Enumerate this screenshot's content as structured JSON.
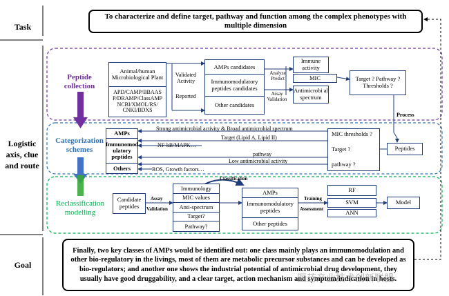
{
  "sections": {
    "task": "Task",
    "logistic": "Logistic axis, clue and route",
    "goal": "Goal"
  },
  "task_text": "To characterize and define target, pathway and function among the complex phenotypes with multiple dimension",
  "phases": {
    "peptide_collection": "Peptide collection",
    "categorization": "Categorization schemes",
    "reclassification": "Reclassification modelling"
  },
  "collection": {
    "sources": "Animal/human Microbiological Plant",
    "databases": "APD/CAMP/BBAAS P/DRAMP/ClassAMP NCBI/XMOL/RS/ CNKI/BDXS",
    "validated_activity": "Validated Activity",
    "reported": "Reported",
    "candidates": [
      "AMPs  candidates",
      "Immunomodulatory peptides candidates",
      "Other candidates"
    ],
    "analyze_predict": "Analyze Predict",
    "assay_validation": "Assay Validation",
    "immune_activity": "Immune activity",
    "mic": "MIC",
    "antimicrobial_spectrum": "Antimicrobi al spectrum",
    "target_question": "Target ? Pathway ? Thresholds ?",
    "process": "Process"
  },
  "categorization": {
    "classes": [
      "AMPs",
      "Immunomod ulatory peptides",
      "Others"
    ],
    "strong_activity": "Strong antimicrobial activity & Broad antimicrobial spectrum",
    "target_lipid": "Target (Lipid A, Lipid II)",
    "nfkb": "NF-kB/MAPK…",
    "pathway": "pathway",
    "low_activity": "Low antimicrobial activity",
    "ros": "ROS, Growth factors…",
    "questions": [
      "MIC thresholds ?",
      "Target ?",
      "pathway ?"
    ],
    "peptides": "Peptides"
  },
  "reclassification": {
    "candidate_peptides": "Candidate peptides",
    "assay": "Assay",
    "validation": "Validation",
    "assays": [
      "Immunology",
      "MIC values",
      "Anti-spectrum",
      "Target?",
      "Pathway?"
    ],
    "classification": "Classification",
    "classes": [
      "AMPs",
      "Immunomodulatory peptides",
      "Other peptides"
    ],
    "training": "Training",
    "assessment": "Assessment",
    "models": [
      "RF",
      "SVM",
      "ANN"
    ],
    "model": "Model"
  },
  "goal_text": "Finally, two key classes of AMPs would be identified out: one class mainly plays an immunomodulation and other bio-regulatory in the livings, most of them are metabolic precursor substances and can be developed as bio-regulators; and another one shows the industrial potential of antimicrobial drug development, they usually have good druggability, and a clear target, action mechanism and symptom/indication in hosts.",
  "watermark": "医药产业技术创新联盟",
  "colors": {
    "border": "#1f3b7a",
    "purple": "#7030a0",
    "blue": "#2e74b5",
    "green": "#00b050",
    "arrow_purple": "#7030a0",
    "arrow_blue": "#4472c4",
    "arrow_green": "#3aa83a"
  }
}
